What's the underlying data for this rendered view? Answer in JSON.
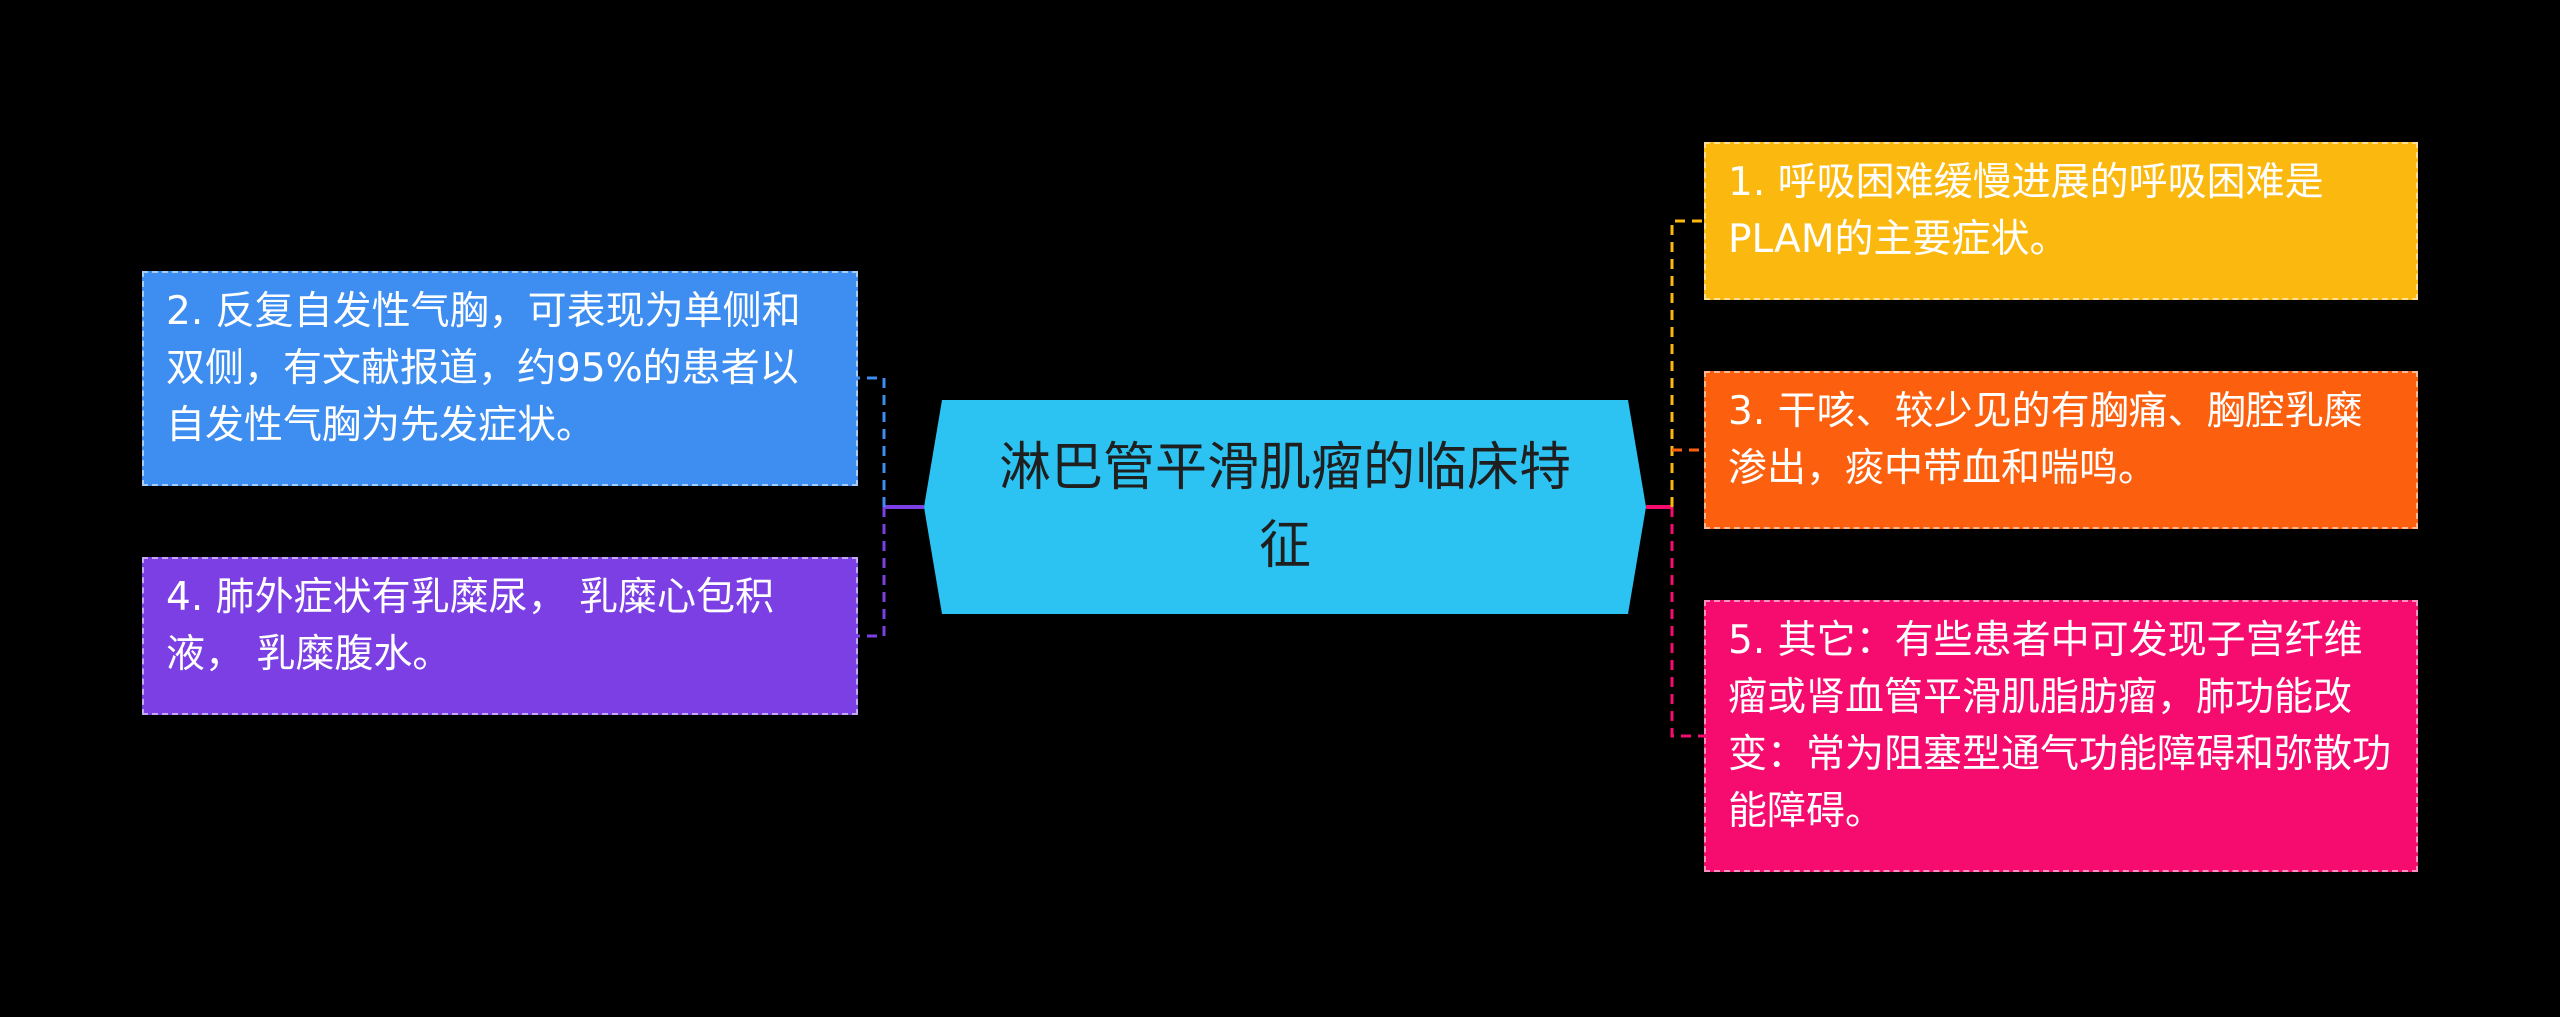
{
  "center": {
    "title": "淋巴管平滑肌瘤的临床特征"
  },
  "left_nodes": [
    {
      "text": "2. 反复自发性气胸，可表现为单侧和双侧，有文献报道，约95%的患者以自发性气胸为先发症状。",
      "color": "#3d8ef0"
    },
    {
      "text": "4. 肺外症状有乳糜尿， 乳糜心包积液， 乳糜腹水。",
      "color": "#7b3fe4"
    }
  ],
  "right_nodes": [
    {
      "text": "1. 呼吸困难缓慢进展的呼吸困难是PLAM的主要症状。",
      "color": "#fbb80f"
    },
    {
      "text": "3. 干咳、较少见的有胸痛、胸腔乳糜渗出，痰中带血和喘鸣。",
      "color": "#fc5f0d"
    },
    {
      "text": "5. 其它：有些患者中可发现子宫纤维瘤或肾血管平滑肌脂肪瘤，肺功能改变：常为阻塞型通气功能障碍和弥散功能障碍。",
      "color": "#f50c6e"
    }
  ],
  "colors": {
    "center": "#2cc3f3",
    "background": "#000000"
  }
}
